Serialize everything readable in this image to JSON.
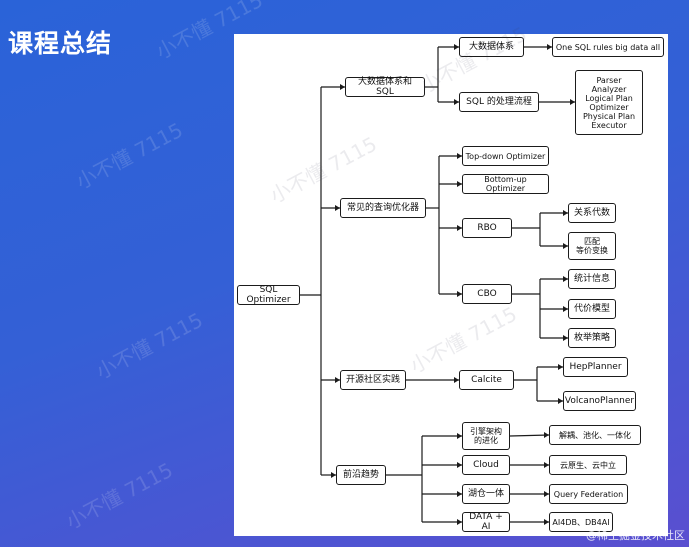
{
  "slide_title": "课程总结",
  "watermark": "小不懂 7115",
  "footer_mark": "@稀土掘金技术社区",
  "diagram": {
    "root": "SQL Optimizer",
    "branches": [
      {
        "label": "大数据体系和 SQL",
        "children": [
          {
            "label": "大数据体系",
            "children": [
              {
                "label": "One SQL rules big data all"
              }
            ]
          },
          {
            "label": "SQL 的处理流程",
            "children": [
              {
                "label": "Parser\nAnalyzer\nLogical Plan\nOptimizer\nPhysical Plan\nExecutor"
              }
            ]
          }
        ]
      },
      {
        "label": "常见的查询优化器",
        "children": [
          {
            "label": "Top-down Optimizer"
          },
          {
            "label": "Bottom-up Optimizer"
          },
          {
            "label": "RBO",
            "children": [
              {
                "label": "关系代数"
              },
              {
                "label": "匹配\n等价变换"
              }
            ]
          },
          {
            "label": "CBO",
            "children": [
              {
                "label": "统计信息"
              },
              {
                "label": "代价模型"
              },
              {
                "label": "枚举策略"
              }
            ]
          }
        ]
      },
      {
        "label": "开源社区实践",
        "children": [
          {
            "label": "Calcite",
            "children": [
              {
                "label": "HepPlanner"
              },
              {
                "label": "VolcanoPlanner"
              }
            ]
          }
        ]
      },
      {
        "label": "前沿趋势",
        "children": [
          {
            "label": "引擎架构\n的进化",
            "children": [
              {
                "label": "解耦、池化、一体化"
              }
            ]
          },
          {
            "label": "Cloud",
            "children": [
              {
                "label": "云原生、云中立"
              }
            ]
          },
          {
            "label": "湖仓一体",
            "children": [
              {
                "label": "Query Federation"
              }
            ]
          },
          {
            "label": "DATA + AI",
            "children": [
              {
                "label": "AI4DB、DB4AI"
              }
            ]
          }
        ]
      }
    ]
  }
}
